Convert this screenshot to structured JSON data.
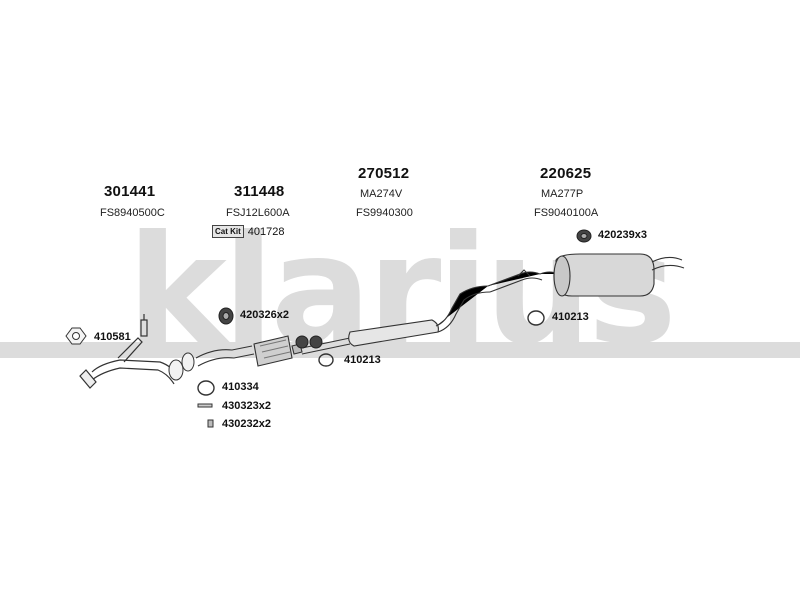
{
  "watermark": {
    "text": "klarius",
    "color": "#dcdcdc"
  },
  "groups": [
    {
      "part_number": "301441",
      "oe_ref": "FS8940500C"
    },
    {
      "part_number": "311448",
      "oe_ref": "FSJ12L600A"
    },
    {
      "part_number": "270512",
      "name": "MA274V",
      "oe_ref": "FS9940300"
    },
    {
      "part_number": "220625",
      "name": "MA277P",
      "oe_ref": "FS9040100A"
    }
  ],
  "catkit": {
    "badge": "Cat Kit",
    "number": "401728"
  },
  "accessories": [
    {
      "label": "410581",
      "icon": "gasket-icon"
    },
    {
      "label": "420326x2",
      "icon": "rubber-mount-icon"
    },
    {
      "label": "410213",
      "icon": "sealing-ring-icon"
    },
    {
      "label": "410334",
      "icon": "sealing-ring-icon"
    },
    {
      "label": "430323x2",
      "icon": "bolt-icon"
    },
    {
      "label": "430232x2",
      "icon": "nut-icon"
    },
    {
      "label": "420239x3",
      "icon": "rubber-mount-icon"
    },
    {
      "label": "410213",
      "icon": "sealing-ring-icon"
    }
  ]
}
